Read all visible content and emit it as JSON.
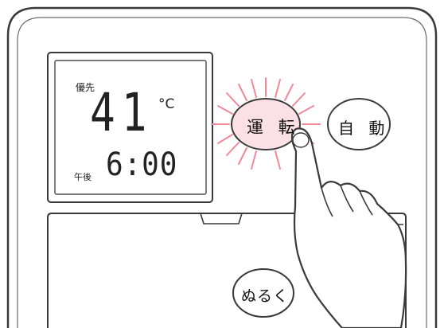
{
  "display": {
    "priority_label": "優先",
    "temperature": "41",
    "temperature_unit": "°C",
    "ampm_label": "午後",
    "time": "6:00"
  },
  "buttons": {
    "run_label": "運 転",
    "auto_label": "自 動",
    "lukewarm_label": "ぬるく"
  },
  "colors": {
    "glow": "#f08a9a",
    "glow_fill": "#fbe1e5",
    "line": "#3a3a3a"
  },
  "icons": [
    "hand-pointer-icon",
    "press-glow-icon"
  ]
}
